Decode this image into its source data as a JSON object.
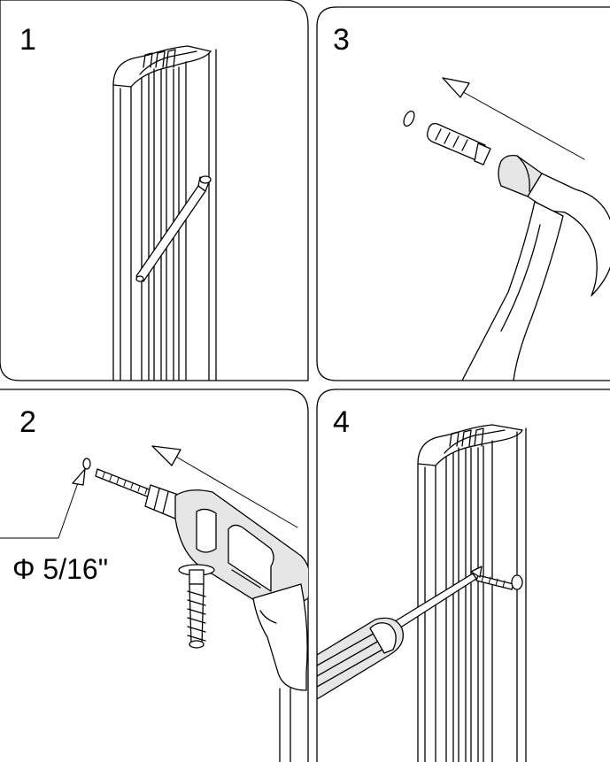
{
  "panels": [
    {
      "id": "1",
      "label": "1"
    },
    {
      "id": "3",
      "label": "3"
    },
    {
      "id": "2",
      "label": "2"
    },
    {
      "id": "4",
      "label": "4"
    }
  ],
  "annotations": {
    "drill_bit_size": "Φ 5/16\""
  }
}
